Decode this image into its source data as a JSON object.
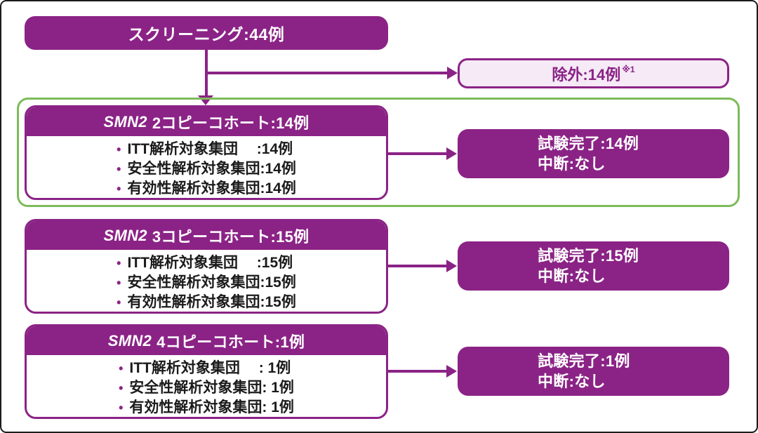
{
  "palette": {
    "purple": "#8B2386",
    "light_purple": "#F5EAF6",
    "green": "#7CBB5A",
    "text": "#1B1B1B",
    "white": "#FFFFFF"
  },
  "bullet": "•",
  "screening": {
    "label": "スクリーニング:44例"
  },
  "excluded": {
    "label": "除外:14例",
    "footnote_sup": "※1"
  },
  "cohorts": [
    {
      "title_italic": "SMN2",
      "title_rest": "2コピーコホート:14例",
      "highlighted": true,
      "items": [
        "ITT解析対象集団　 :14例",
        "安全性解析対象集団:14例",
        "有効性解析対象集団:14例"
      ],
      "outcome_line1": "試験完了:14例",
      "outcome_line2": "中断:なし"
    },
    {
      "title_italic": "SMN2",
      "title_rest": "3コピーコホート:15例",
      "highlighted": false,
      "items": [
        "ITT解析対象集団　 :15例",
        "安全性解析対象集団:15例",
        "有効性解析対象集団:15例"
      ],
      "outcome_line1": "試験完了:15例",
      "outcome_line2": "中断:なし"
    },
    {
      "title_italic": "SMN2",
      "title_rest": "4コピーコホート:1例",
      "highlighted": false,
      "items": [
        "ITT解析対象集団　 : 1例",
        "安全性解析対象集団: 1例",
        "有効性解析対象集団: 1例"
      ],
      "outcome_line1": "試験完了:1例",
      "outcome_line2": "中断:なし"
    }
  ]
}
